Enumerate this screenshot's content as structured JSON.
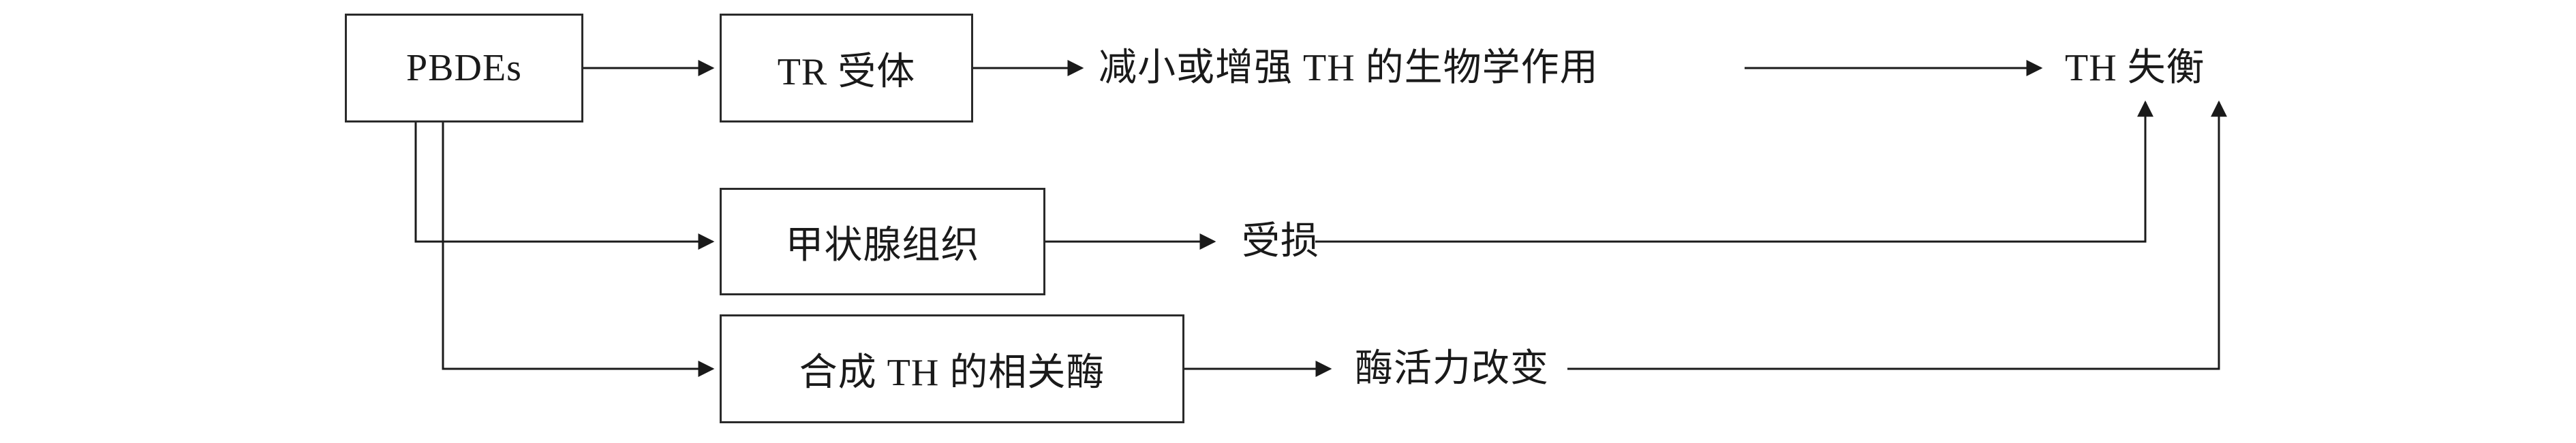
{
  "diagram": {
    "nodes": {
      "pbdes": "PBDEs",
      "tr_receptor": "TR 受体",
      "thyroid_tissue": "甲状腺组织",
      "synthesis_enzymes": "合成 TH 的相关酶"
    },
    "labels": {
      "biological_effect": "减小或增强 TH 的生物学作用",
      "damaged": "受损",
      "enzyme_activity_change": "酶活力改变",
      "th_imbalance": "TH 失衡"
    }
  }
}
